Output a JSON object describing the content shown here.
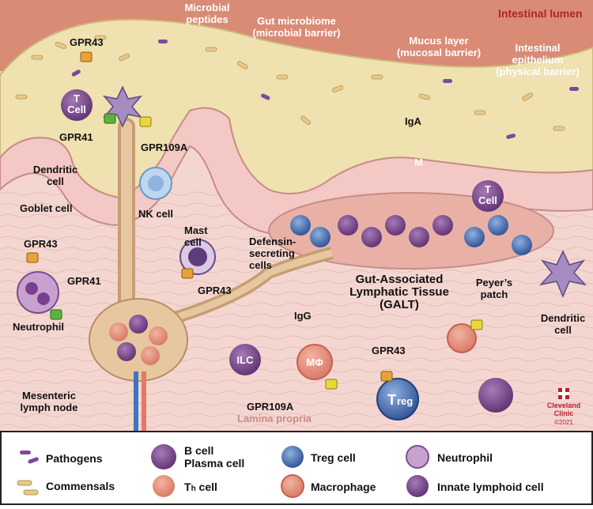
{
  "labels": {
    "intestinal_lumen": "Intestinal lumen",
    "microbial_peptides_1": "Microbial",
    "microbial_peptides_2": "peptides",
    "gut_microbiome_1": "Gut microbiome",
    "gut_microbiome_2": "(microbial barrier)",
    "mucus_layer_1": "Mucus layer",
    "mucus_layer_2": "(mucosal barrier)",
    "epithelium_1": "Intestinal",
    "epithelium_2": "epithelium",
    "epithelium_3": "(physical barrier)",
    "gpr43_top": "GPR43",
    "gpr41_top": "GPR41",
    "gpr109a_top": "GPR109A",
    "t_cell_left_1": "T",
    "t_cell_left_2": "Cell",
    "t_cell_right_1": "T",
    "t_cell_right_2": "Cell",
    "iga": "IgA",
    "m_cell": "M",
    "dendritic_left_1": "Dendritic",
    "dendritic_left_2": "cell",
    "nk_cell": "NK cell",
    "goblet_cell": "Goblet cell",
    "gpr43_neutrophil": "GPR43",
    "gpr41_neutrophil": "GPR41",
    "neutrophil": "Neutrophil",
    "mast_cell_1": "Mast",
    "mast_cell_2": "cell",
    "gpr43_mast": "GPR43",
    "defensin_1": "Defensin-",
    "defensin_2": "secreting",
    "defensin_3": "cells",
    "galt_1": "Gut-Associated",
    "galt_2": "Lymphatic Tissue",
    "galt_3": "(GALT)",
    "peyers_1": "Peyer’s",
    "peyers_2": "patch",
    "dendritic_right_1": "Dendritic",
    "dendritic_right_2": "cell",
    "igg": "IgG",
    "ilc": "ILC",
    "macrophage_symbol": "MΦ",
    "gpr109a_macrophage": "GPR109A",
    "gpr43_treg": "GPR43",
    "treg_main": "T",
    "treg_sub": "reg",
    "mesenteric_1": "Mesenteric",
    "mesenteric_2": "lymph node",
    "lamina_propria": "Lamina propria",
    "brand_1": "Cleveland",
    "brand_2": "Clinic",
    "copyright": "©2021"
  },
  "legend": {
    "pathogens": "Pathogens",
    "commensals": "Commensals",
    "b_cell": "B cell",
    "plasma_cell": "Plasma cell",
    "th_main": "T",
    "th_sub": "h",
    "th_rest": " cell",
    "treg_main": "T",
    "treg_rest": "reg cell",
    "macrophage": "Macrophage",
    "neutrophil": "Neutrophil",
    "ilc": "Innate lymphoid cell"
  },
  "colors": {
    "lumen": "#d98b76",
    "mucus": "#efe1b0",
    "epithelium": "#f4c8c4",
    "lamina_propria": "#f0cfc9",
    "treg_blue": "#4a6fb5",
    "neutrophil_purple": "#8a4f9a",
    "brand_red": "#b2232b"
  },
  "icons": {
    "t_cell": "t-cell-icon",
    "gpr_receptor": "receptor-icon",
    "brand": "cleveland-clinic-logo-icon"
  }
}
